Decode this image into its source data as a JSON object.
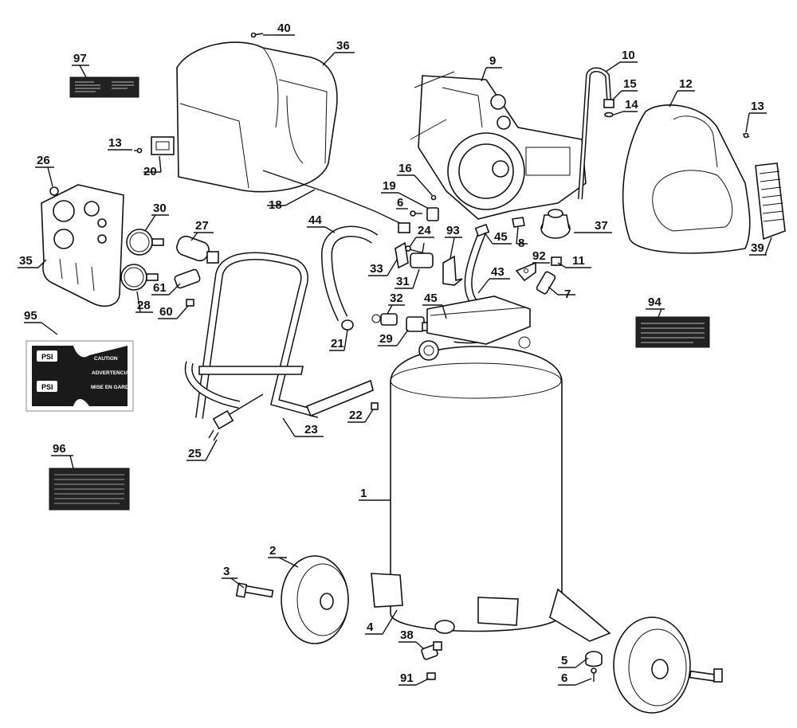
{
  "callouts": [
    {
      "id": "c40",
      "text": "40"
    },
    {
      "id": "c36",
      "text": "36"
    },
    {
      "id": "c97",
      "text": "97"
    },
    {
      "id": "c9",
      "text": "9"
    },
    {
      "id": "c10",
      "text": "10"
    },
    {
      "id": "c15",
      "text": "15"
    },
    {
      "id": "c14",
      "text": "14"
    },
    {
      "id": "c12",
      "text": "12"
    },
    {
      "id": "c13a",
      "text": "13"
    },
    {
      "id": "c13b",
      "text": "13"
    },
    {
      "id": "c20",
      "text": "20"
    },
    {
      "id": "c26",
      "text": "26"
    },
    {
      "id": "c16",
      "text": "16"
    },
    {
      "id": "c19",
      "text": "19"
    },
    {
      "id": "c18",
      "text": "18"
    },
    {
      "id": "c6a",
      "text": "6"
    },
    {
      "id": "c30",
      "text": "30"
    },
    {
      "id": "c44",
      "text": "44"
    },
    {
      "id": "c27",
      "text": "27"
    },
    {
      "id": "c24",
      "text": "24"
    },
    {
      "id": "c93",
      "text": "93"
    },
    {
      "id": "c45a",
      "text": "45"
    },
    {
      "id": "c8",
      "text": "8"
    },
    {
      "id": "c37",
      "text": "37"
    },
    {
      "id": "c39",
      "text": "39"
    },
    {
      "id": "c35",
      "text": "35"
    },
    {
      "id": "c33",
      "text": "33"
    },
    {
      "id": "c92",
      "text": "92"
    },
    {
      "id": "c11",
      "text": "11"
    },
    {
      "id": "c43",
      "text": "43"
    },
    {
      "id": "c31",
      "text": "31"
    },
    {
      "id": "c7",
      "text": "7"
    },
    {
      "id": "c28",
      "text": "28"
    },
    {
      "id": "c61",
      "text": "61"
    },
    {
      "id": "c32",
      "text": "32"
    },
    {
      "id": "c45b",
      "text": "45"
    },
    {
      "id": "c94",
      "text": "94"
    },
    {
      "id": "c60",
      "text": "60"
    },
    {
      "id": "c95",
      "text": "95"
    },
    {
      "id": "c21",
      "text": "21"
    },
    {
      "id": "c29",
      "text": "29"
    },
    {
      "id": "c22",
      "text": "22"
    },
    {
      "id": "c23",
      "text": "23"
    },
    {
      "id": "c25",
      "text": "25"
    },
    {
      "id": "c96",
      "text": "96"
    },
    {
      "id": "c1",
      "text": "1"
    },
    {
      "id": "c2",
      "text": "2"
    },
    {
      "id": "c3",
      "text": "3"
    },
    {
      "id": "c4",
      "text": "4"
    },
    {
      "id": "c38",
      "text": "38"
    },
    {
      "id": "c5",
      "text": "5"
    },
    {
      "id": "c6b",
      "text": "6"
    },
    {
      "id": "c91",
      "text": "91"
    }
  ],
  "label95": {
    "psi_top": "PSI",
    "psi_bottom": "PSI",
    "caution": "CAUTION",
    "advertencia": "ADVERTENCIA",
    "mise_en_garde": "MISE EN GARDE"
  }
}
